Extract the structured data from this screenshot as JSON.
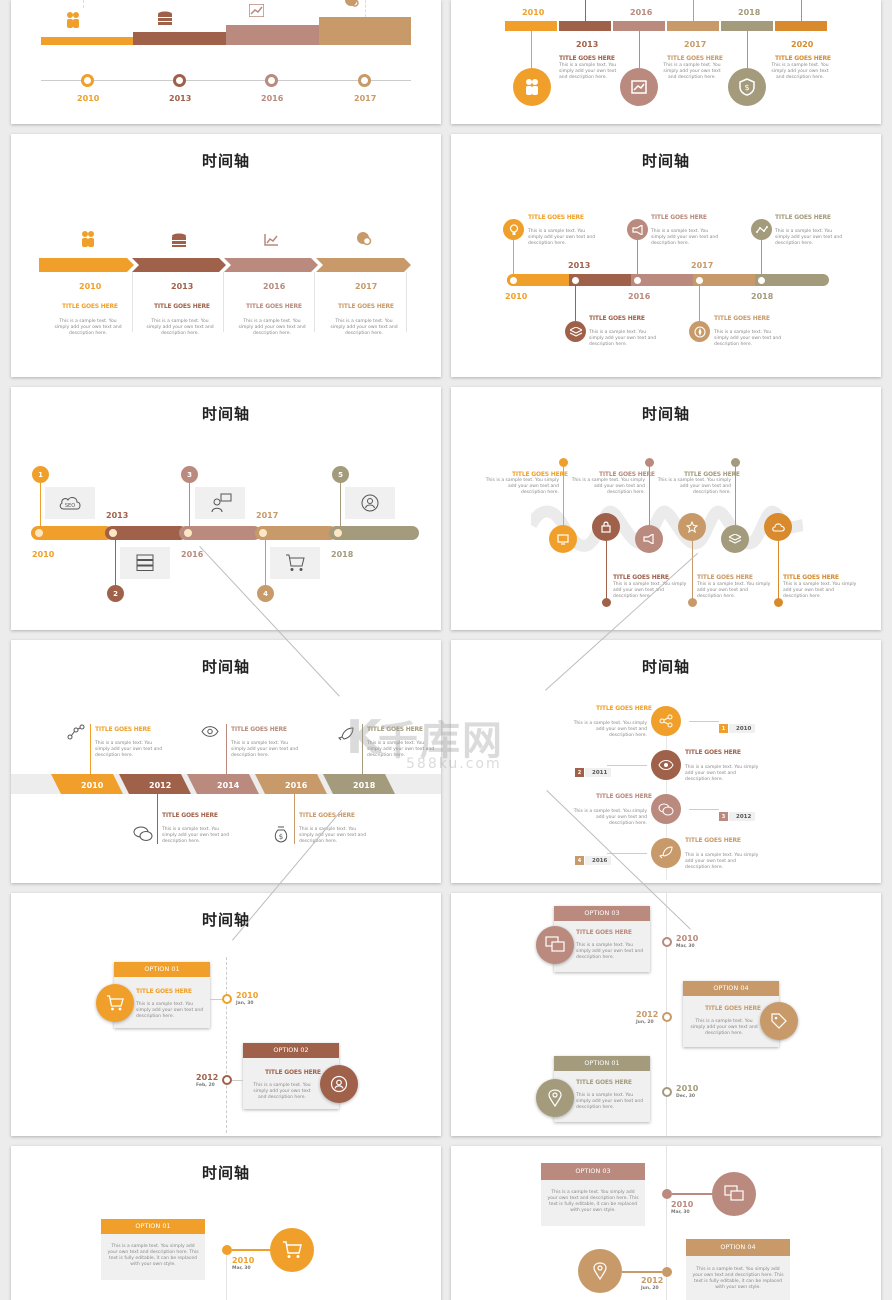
{
  "title": "时间轴",
  "heading": "TITLE GOES HERE",
  "body": "This is a sample text. You simply add your own text and description here.",
  "body_long": "This is a sample text. You simply add your own text and description here. This text is fully editable, it can be replaced with your own style.",
  "years": {
    "y2010": "2010",
    "y2011": "2011",
    "y2012": "2012",
    "y2013": "2013",
    "y2014": "2014",
    "y2016": "2016",
    "y2017": "2017",
    "y2018": "2018",
    "y2020": "2020"
  },
  "numbers": [
    "1",
    "2",
    "3",
    "4",
    "5"
  ],
  "options": {
    "o1": "OPTION 01",
    "o2": "OPTION 02",
    "o3": "OPTION 03",
    "o4": "OPTION 04"
  },
  "dates": {
    "jan30": "Jan, 30",
    "feb20": "Feb, 20",
    "mar30": "Mar, 30",
    "jun20": "Jun, 20",
    "dec30": "Dec, 30"
  },
  "seo_label": "SEO",
  "watermark": {
    "big": "千库网",
    "small": "588ku.com",
    "k": "K"
  },
  "colors": {
    "orange": "#f0a02a",
    "brown": "#a0614a",
    "rose": "#b98a7d",
    "tan": "#c89a69",
    "olive": "#a39b7c",
    "amber": "#d88a2c"
  }
}
